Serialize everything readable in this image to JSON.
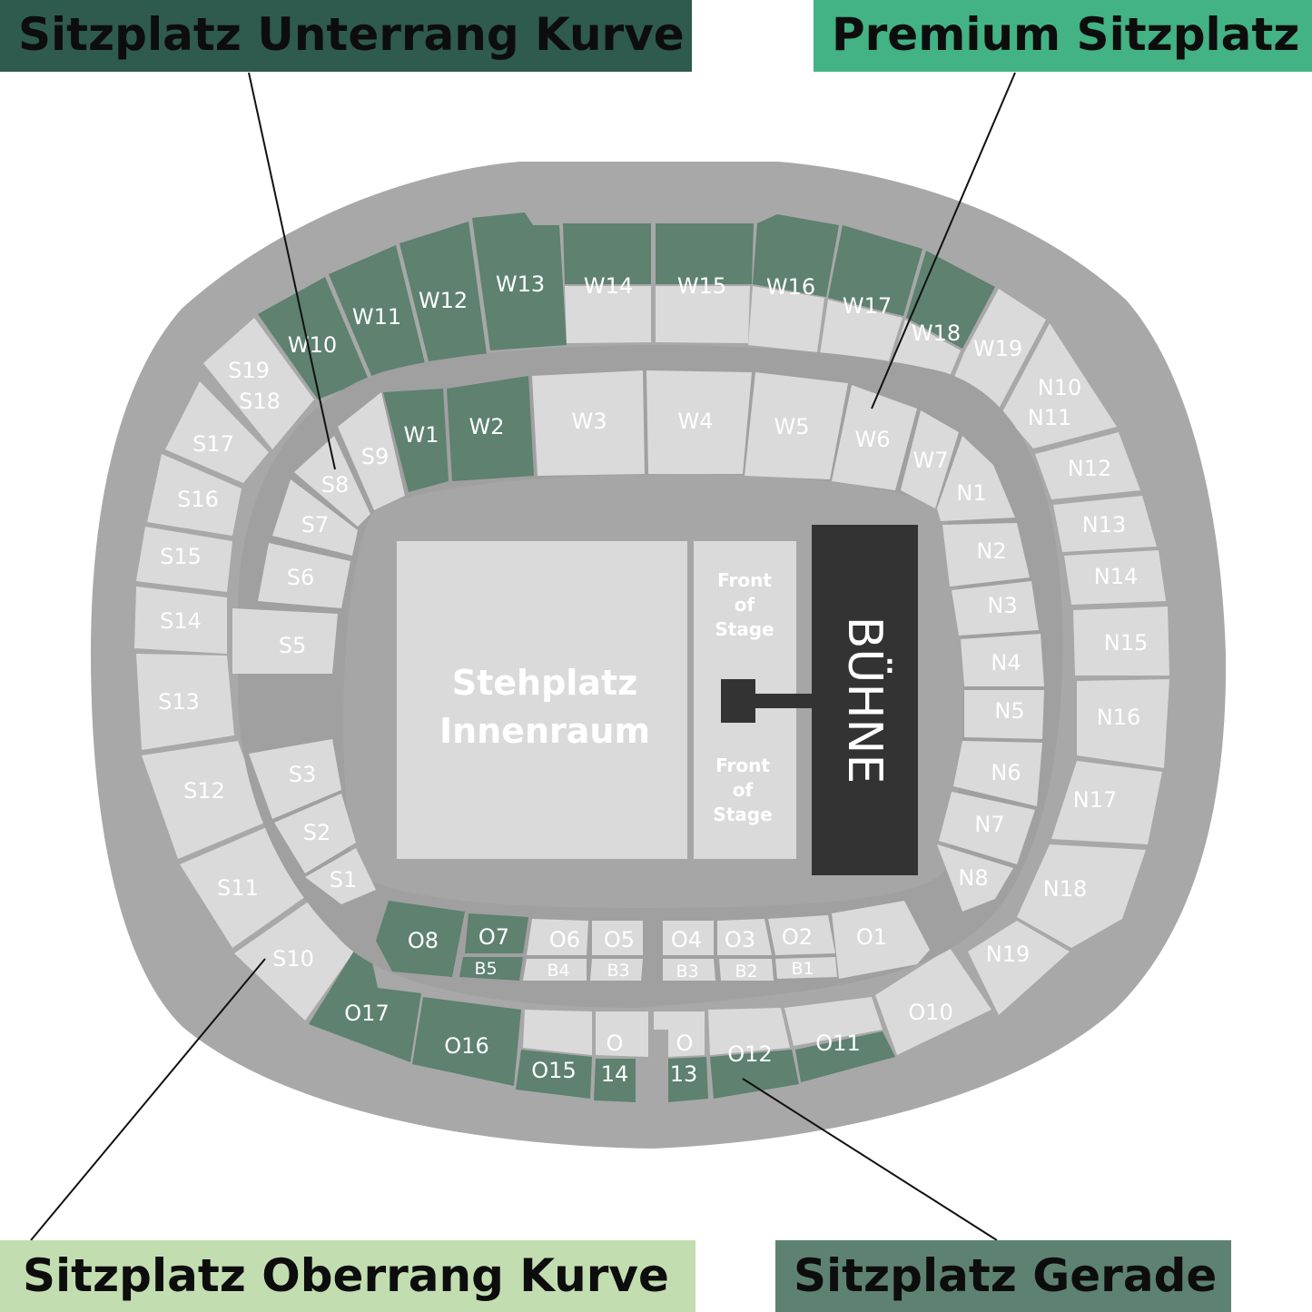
{
  "categories": {
    "unterrang_kurve": {
      "label": "Sitzplatz Unterrang Kurve",
      "color": "#2f5a4e"
    },
    "premium": {
      "label": "Premium Sitzplatz",
      "color": "#43b285"
    },
    "oberrang_kurve": {
      "label": "Sitzplatz Oberrang Kurve",
      "color": "#c2deb0"
    },
    "gerade": {
      "label": "Sitzplatz Gerade",
      "color": "#5e8271"
    }
  },
  "colors": {
    "outer_ring": "#a8a8a8",
    "concourse": "#a3a3a3",
    "section_light": "#dadada",
    "section_green": "#5e8170",
    "stage": "#333333"
  },
  "floor": {
    "standing": [
      "Stehplatz",
      "Innenraum"
    ],
    "front_of_stage_top": [
      "Front",
      "of",
      "Stage"
    ],
    "front_of_stage_bottom": [
      "Front",
      "of",
      "Stage"
    ],
    "stage": "BÜHNE"
  },
  "sections": {
    "W1": "W1",
    "W2": "W2",
    "W3": "W3",
    "W4": "W4",
    "W5": "W5",
    "W6": "W6",
    "W7": "W7",
    "W10": "W10",
    "W11": "W11",
    "W12": "W12",
    "W13": "W13",
    "W14": "W14",
    "W15": "W15",
    "W16": "W16",
    "W17": "W17",
    "W18": "W18",
    "W19": "W19",
    "S1": "S1",
    "S2": "S2",
    "S3": "S3",
    "S5": "S5",
    "S6": "S6",
    "S7": "S7",
    "S8": "S8",
    "S9": "S9",
    "S10": "S10",
    "S11": "S11",
    "S12": "S12",
    "S13": "S13",
    "S14": "S14",
    "S15": "S15",
    "S16": "S16",
    "S17": "S17",
    "S18": "S18",
    "S19": "S19",
    "N1": "N1",
    "N2": "N2",
    "N3": "N3",
    "N4": "N4",
    "N5": "N5",
    "N6": "N6",
    "N7": "N7",
    "N8": "N8",
    "N10": "N10",
    "N11": "N11",
    "N12": "N12",
    "N13": "N13",
    "N14": "N14",
    "N15": "N15",
    "N16": "N16",
    "N17": "N17",
    "N18": "N18",
    "N19": "N19",
    "O1": "O1",
    "O2": "O2",
    "O3": "O3",
    "O4": "O4",
    "O5": "O5",
    "O6": "O6",
    "O7": "O7",
    "O8": "O8",
    "B1": "B1",
    "B2": "B2",
    "B3a": "B3",
    "B3b": "B3",
    "B4": "B4",
    "B5": "B5",
    "O10": "O10",
    "O11": "O11",
    "O12": "O12",
    "O13a": "O",
    "O13b": "13",
    "O14a": "O",
    "O14b": "14",
    "O15": "O15",
    "O16": "O16",
    "O17": "O17"
  }
}
